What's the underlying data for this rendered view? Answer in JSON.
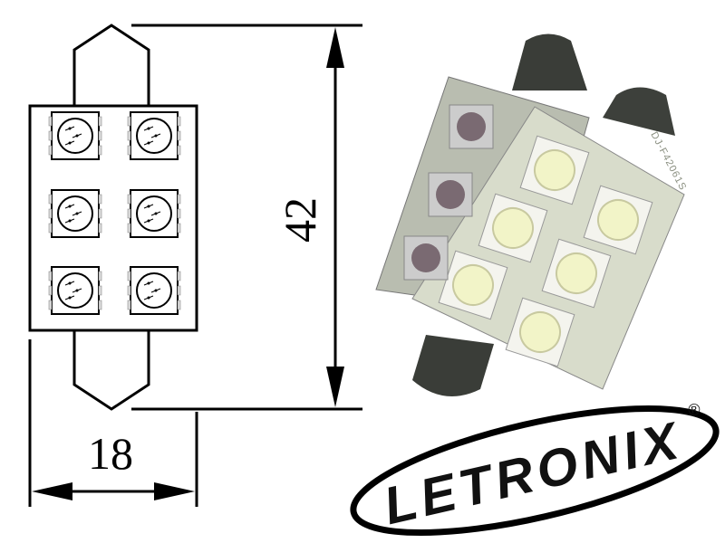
{
  "drawing": {
    "length_label": "42",
    "width_label": "18",
    "led_count": 6
  },
  "photo": {
    "pcb_marking": "DJ-F42061S",
    "led_color": "#f2f4c8",
    "pcb_color": "#d8dccb"
  },
  "logo": {
    "brand": "LETRONIX",
    "registered_mark": "®"
  }
}
